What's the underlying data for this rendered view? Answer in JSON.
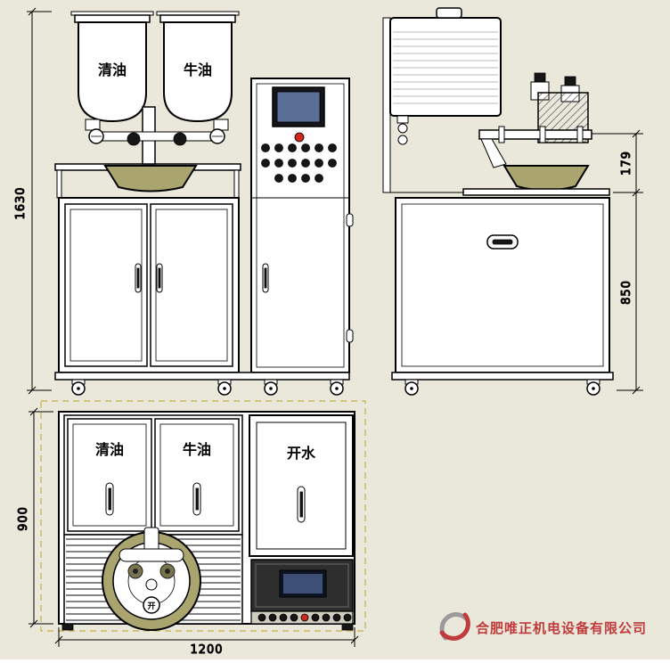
{
  "drawing": {
    "labels": {
      "front_hopper_left": "清油",
      "front_hopper_right": "牛油",
      "plan_comp_left": "清油",
      "plan_comp_mid": "牛油",
      "plan_comp_right": "开水",
      "plan_pot_outlet": "开"
    },
    "dimensions": {
      "overall_height": "1630",
      "bowl_height": "179",
      "cabinet_height": "850",
      "depth": "900",
      "width": "1200"
    },
    "watermark": {
      "company": "合肥唯正机电设备有限公司"
    },
    "colors": {
      "background": "#eae7db",
      "line": "#000000",
      "bowl": "#aaa56e",
      "screen": "#5a6e96",
      "screen_plan": "#3d4f75",
      "panel_dark": "#2e2e2e",
      "button_red": "#cc2a1e",
      "watermark_red": "#c03b3b",
      "watermark_gray": "#9b9b9b",
      "dashed_border": "#c9b85e"
    }
  }
}
